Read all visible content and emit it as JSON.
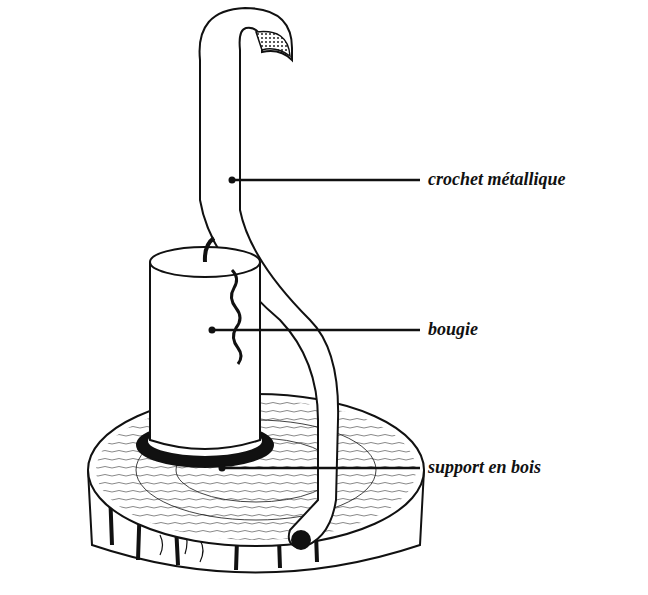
{
  "diagram": {
    "labels": [
      "crochet métallique",
      "bougie",
      "support en bois"
    ]
  }
}
